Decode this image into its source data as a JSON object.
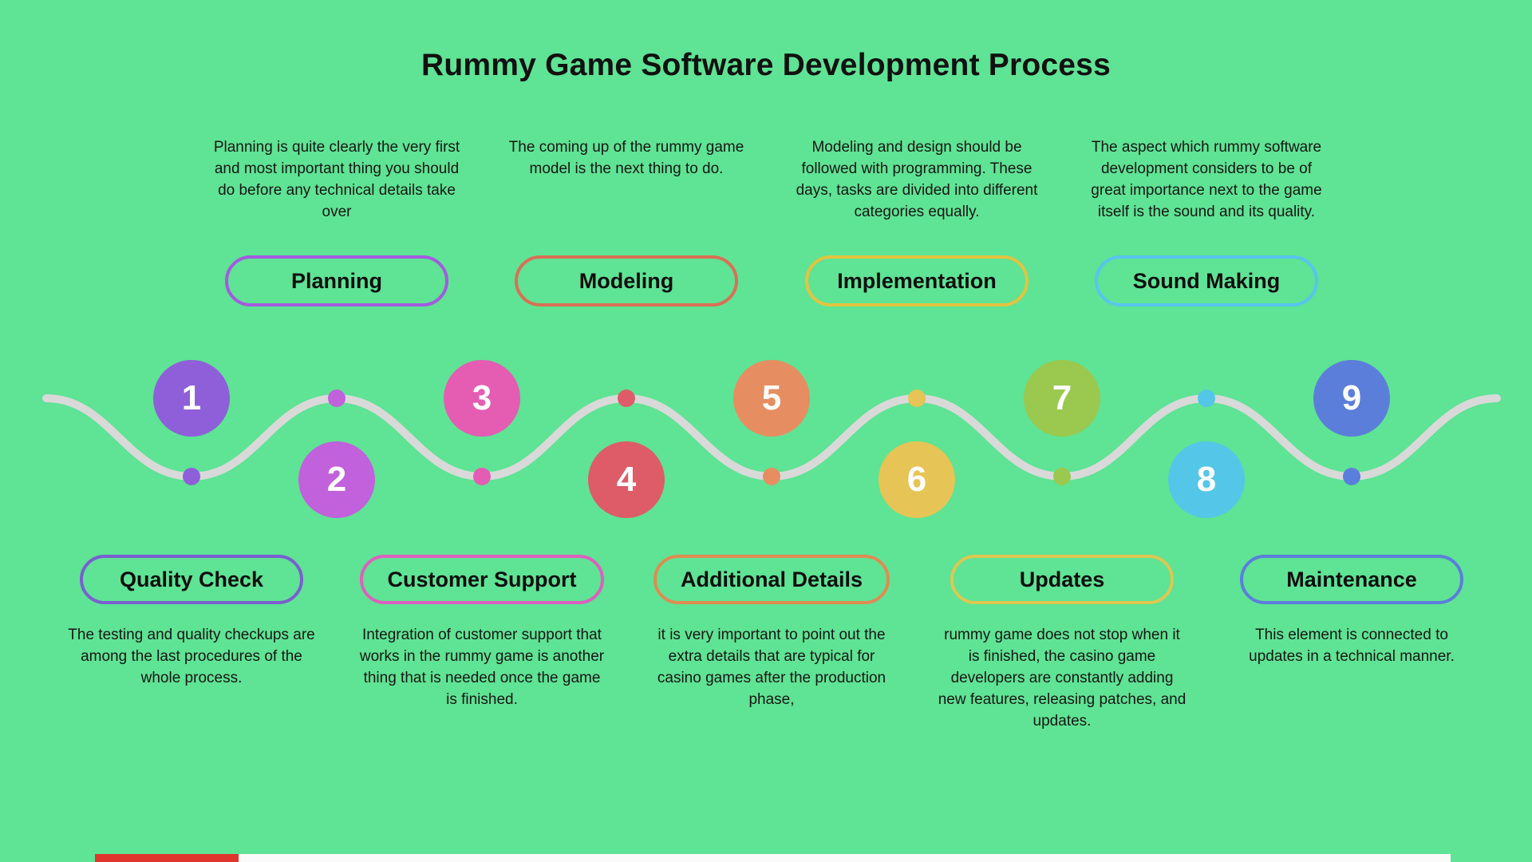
{
  "title": "Rummy Game Software Development Process",
  "colors": {
    "background": "#5FE394",
    "wave": "#D9D9D9",
    "strip_red": "#E0352C",
    "strip_white": "#FAFAFA"
  },
  "top_steps": [
    {
      "label": "Planning",
      "accent": "#A35BE0",
      "description": "Planning is quite clearly the very first and most important thing you should do before any technical details take over"
    },
    {
      "label": "Modeling",
      "accent": "#D97055",
      "description": "The coming up of the rummy game model is the next thing to do."
    },
    {
      "label": "Implementation",
      "accent": "#E3C33F",
      "description": "Modeling and design should be followed with programming. These days, tasks are divided into different categories equally."
    },
    {
      "label": "Sound Making",
      "accent": "#59C4EE",
      "description": "The aspect which rummy software development considers to be of great importance next to the game itself is the sound and its quality."
    }
  ],
  "bottom_steps": [
    {
      "label": "Quality Check",
      "accent": "#7A5FD0",
      "description": "The testing and quality checkups are among the last procedures of the whole process."
    },
    {
      "label": "Customer Support",
      "accent": "#DD60BF",
      "description": "Integration of customer support that works in the rummy game is another thing that is needed once the game is finished."
    },
    {
      "label": "Additional Details",
      "accent": "#E08B52",
      "description": "it is very important to point out the extra details that are typical for casino games after the production phase,"
    },
    {
      "label": "Updates",
      "accent": "#DCC852",
      "description": "rummy game does not stop when it is finished, the casino game developers are constantly adding new features, releasing patches, and updates."
    },
    {
      "label": "Maintenance",
      "accent": "#5C7EDB",
      "description": "This element is connected to updates in a technical manner."
    }
  ],
  "timeline": [
    {
      "number": "1",
      "color": "#8F5FD9",
      "side": "top"
    },
    {
      "number": "2",
      "color": "#C161DB",
      "side": "bottom"
    },
    {
      "number": "3",
      "color": "#E55CB3",
      "side": "top"
    },
    {
      "number": "4",
      "color": "#DE5C67",
      "side": "bottom"
    },
    {
      "number": "5",
      "color": "#E68E62",
      "side": "top"
    },
    {
      "number": "6",
      "color": "#E6C455",
      "side": "bottom"
    },
    {
      "number": "7",
      "color": "#9BC84F",
      "side": "top"
    },
    {
      "number": "8",
      "color": "#54C7E8",
      "side": "bottom"
    },
    {
      "number": "9",
      "color": "#5C7EDB",
      "side": "top"
    }
  ]
}
